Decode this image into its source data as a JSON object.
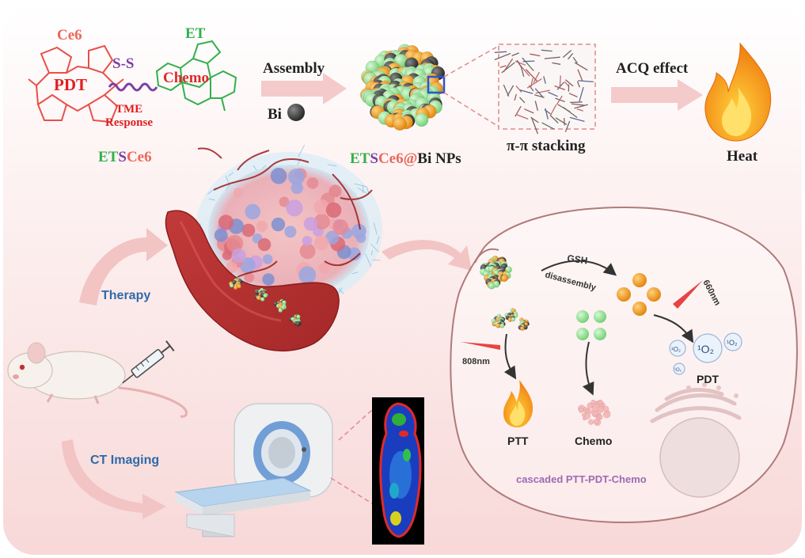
{
  "colors": {
    "ce6": "#e8695a",
    "ss": "#7b3fa5",
    "et": "#33b04a",
    "pdt": "#e02020",
    "chemo": "#d92b2b",
    "tme": "#e02020",
    "bi_particle": "#333333",
    "accent_blue": "#2f6aa8",
    "orange_sphere": "#f0961a",
    "green_sphere": "#9be39a",
    "arrow_pink": "#e8b4b4",
    "cell_outline": "#c98a8a",
    "cascade_text": "#9b6bb5"
  },
  "synthesis": {
    "ce6_label": "Ce6",
    "et_label": "ET",
    "ss_label": "S-S",
    "pdt_label": "PDT",
    "chemo_label": "Chemo",
    "tme_label_line1": "TME",
    "tme_label_line2": "Response",
    "compound_part_et": "ET",
    "compound_part_s": "S",
    "compound_part_ce6": "Ce6",
    "assembly_label": "Assembly",
    "bi_label": "Bi",
    "np_part_et": "ET",
    "np_part_s": "S",
    "np_part_ce6": "Ce6",
    "np_part_at": "@",
    "np_part_bi": "Bi NPs",
    "stacking_label": "π-π stacking",
    "acq_label": "ACQ effect",
    "heat_label": "Heat"
  },
  "workflow": {
    "therapy_label": "Therapy",
    "ct_label": "CT Imaging"
  },
  "cell": {
    "gsh_label": "GSH",
    "disassembly_label": "disassembly",
    "laser_808": "808nm",
    "laser_660": "660nm",
    "ptt_label": "PTT",
    "chemo_label": "Chemo",
    "pdt_label": "PDT",
    "singlet_oxygen": "¹O₂",
    "cascade_label": "cascaded PTT-PDT-Chemo"
  }
}
